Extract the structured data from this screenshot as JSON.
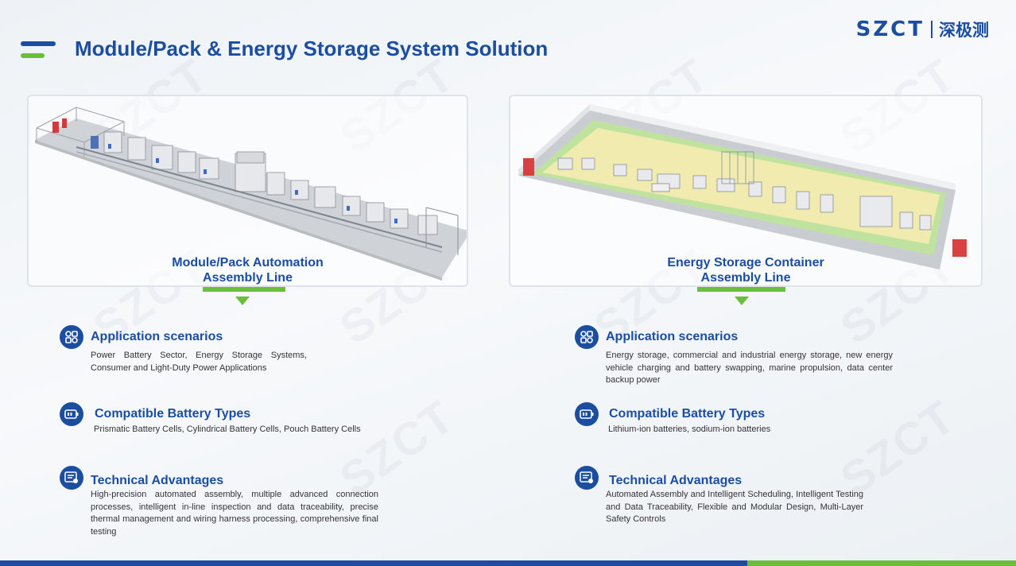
{
  "header": {
    "title": "Module/Pack & Energy Storage System Solution",
    "logo_mark": "SZCT",
    "logo_cn": "深极测"
  },
  "colors": {
    "brand_blue": "#1b4da1",
    "accent_green": "#6abf3a"
  },
  "left": {
    "panel_label_line1": "Module/Pack Automation",
    "panel_label_line2": "Assembly Line",
    "sections": [
      {
        "icon": "app-grid-icon",
        "heading": "Application scenarios",
        "text": "Power Battery Sector, Energy Storage Systems, Consumer and Light-Duty Power Applications"
      },
      {
        "icon": "battery-icon",
        "heading": "Compatible Battery Types",
        "text": "Prismatic Battery Cells, Cylindrical Battery Cells, Pouch Battery Cells"
      },
      {
        "icon": "document-icon",
        "heading": "Technical Advantages",
        "text": "High-precision automated assembly, multiple advanced connection processes, intelligent in-line inspection and data traceability, precise thermal management and wiring harness processing, comprehensive final testing"
      }
    ]
  },
  "right": {
    "panel_label_line1": "Energy Storage Container",
    "panel_label_line2": "Assembly Line",
    "sections": [
      {
        "icon": "app-grid-icon",
        "heading": "Application scenarios",
        "text": "Energy storage, commercial and industrial energy storage, new energy vehicle charging and battery swapping, marine propulsion, data center backup power"
      },
      {
        "icon": "battery-icon",
        "heading": "Compatible Battery Types",
        "text": "Lithium-ion batteries, sodium-ion batteries"
      },
      {
        "icon": "document-icon",
        "heading": "Technical Advantages",
        "text": "Automated Assembly and Intelligent Scheduling, Intelligent Testing and Data Traceability, Flexible and Modular Design, Multi-Layer Safety Controls"
      }
    ]
  }
}
